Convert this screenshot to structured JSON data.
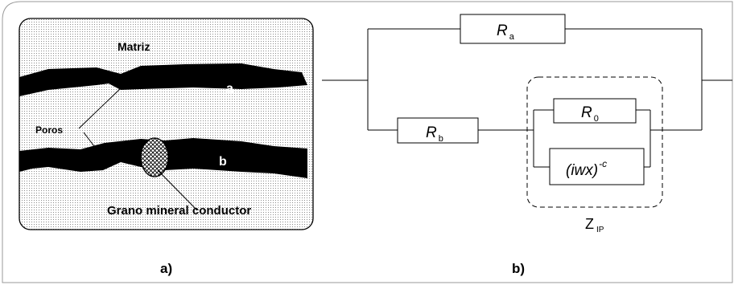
{
  "panel_a": {
    "matrix_label": "Matriz",
    "channel_a_label": "a",
    "channel_b_label": "b",
    "pores_label": "Poros",
    "grain_label": "Grano mineral conductor",
    "caption": "a)"
  },
  "panel_b": {
    "ra_symbol": "R",
    "ra_sub": "a",
    "rb_symbol": "R",
    "rb_sub": "b",
    "r0_symbol": "R",
    "r0_sub": "0",
    "cpe_base": "(iwx)",
    "cpe_exp": "-c",
    "zip_symbol": "Z",
    "zip_sub": "IP",
    "caption": "b)"
  }
}
